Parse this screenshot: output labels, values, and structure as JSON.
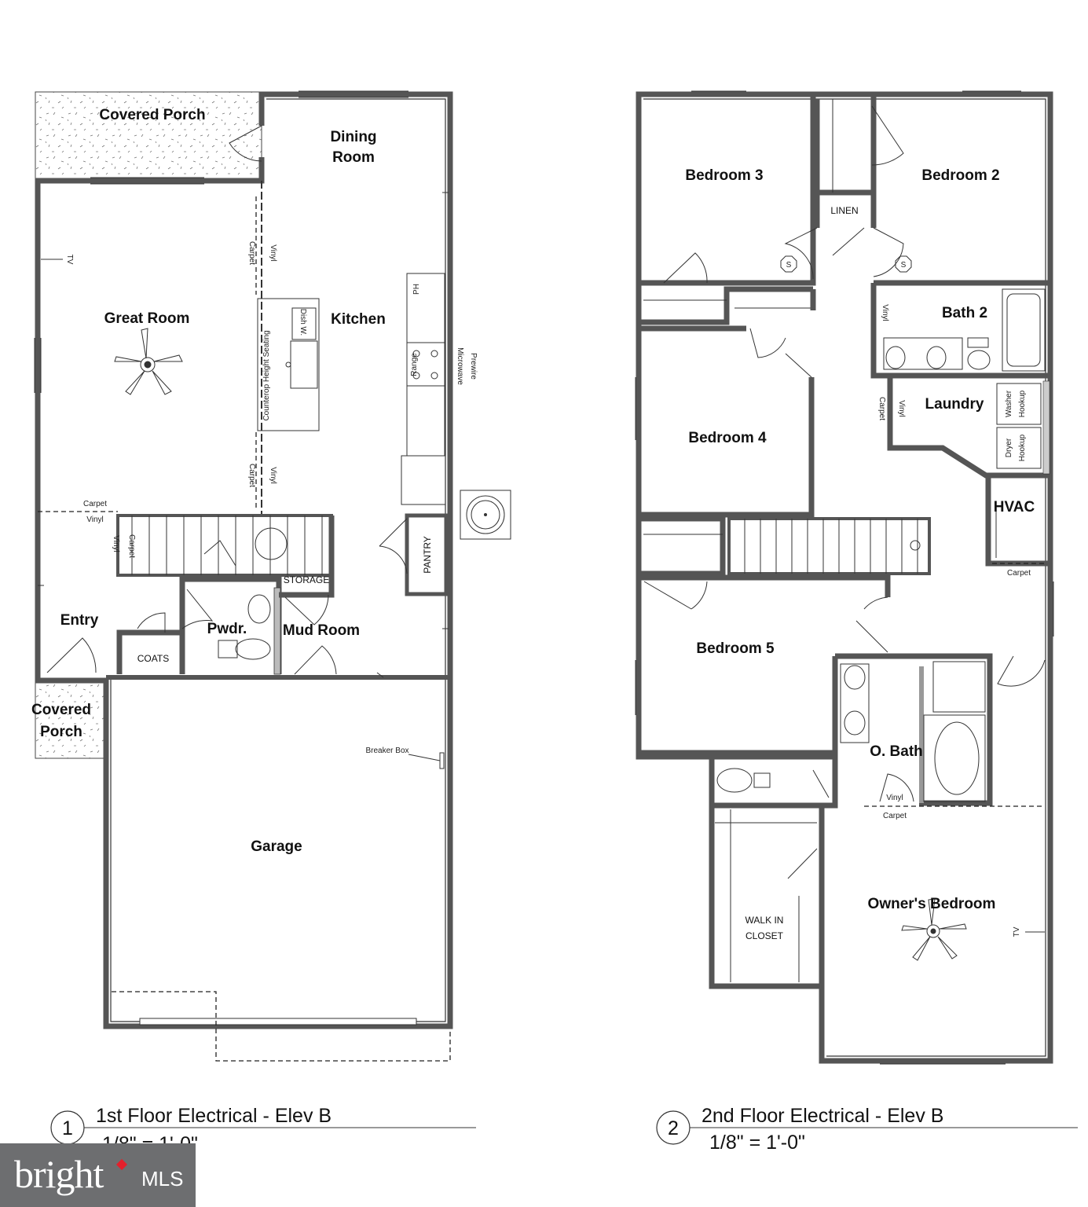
{
  "floor1": {
    "rooms": {
      "covered_porch_top": "Covered Porch",
      "dining": [
        "Dining",
        "Room"
      ],
      "great_room": "Great Room",
      "kitchen": "Kitchen",
      "entry": "Entry",
      "powder": "Pwdr.",
      "mud_room": "Mud Room",
      "covered_porch_side": [
        "Covered",
        "Porch"
      ],
      "garage": "Garage",
      "coats": "COATS",
      "storage": "STORAGE",
      "pantry": "PANTRY"
    },
    "notes": {
      "tv": "TV",
      "vinyl": "Vinyl",
      "carpet": "Carpet",
      "counter_seating": "Counterop Height Seating",
      "dish_w": "Dish W.",
      "range": "Range",
      "ph": "PH",
      "microwave": [
        "Microwave",
        "Prewire"
      ],
      "breaker_box": "Breaker Box"
    },
    "caption": {
      "number": "1",
      "title": "1st Floor Electrical - Elev B",
      "scale": "1/8\" = 1'-0\""
    }
  },
  "floor2": {
    "rooms": {
      "bedroom3": "Bedroom 3",
      "bedroom2": "Bedroom 2",
      "linen": "LINEN",
      "bath2": "Bath 2",
      "laundry": "Laundry",
      "bedroom4": "Bedroom 4",
      "hvac": "HVAC",
      "bedroom5": "Bedroom 5",
      "obath": "O. Bath",
      "walkin": [
        "WALK IN",
        "CLOSET"
      ],
      "owners": "Owner's Bedroom"
    },
    "notes": {
      "s": "S",
      "vinyl": "Vinyl",
      "carpet": "Carpet",
      "washer": [
        "Washer",
        "Hookup"
      ],
      "dryer": [
        "Dryer",
        "Hookup"
      ],
      "tv": "TV"
    },
    "caption": {
      "number": "2",
      "title": "2nd Floor Electrical - Elev B",
      "scale": "1/8\" = 1'-0\""
    }
  },
  "logo": {
    "brand": "bright",
    "suffix": "MLS"
  }
}
